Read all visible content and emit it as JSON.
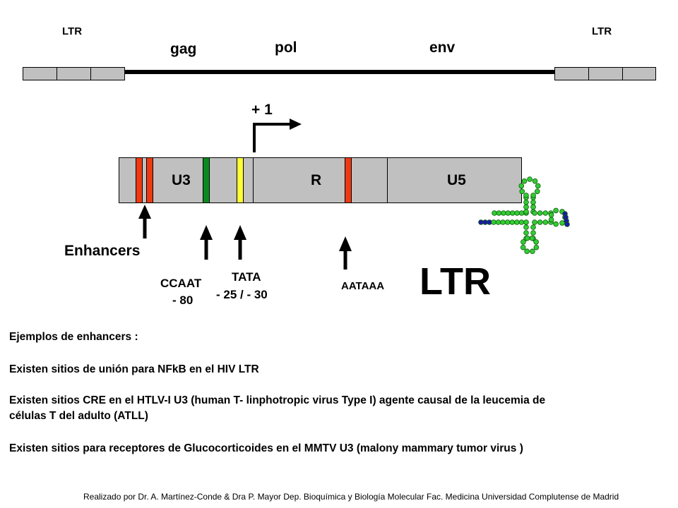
{
  "genome": {
    "ltr_left_label": "LTR",
    "ltr_right_label": "LTR",
    "gene_labels": [
      "gag",
      "pol",
      "env"
    ]
  },
  "ltr_detail": {
    "start_label": "+ 1",
    "region_labels": [
      "U3",
      "R",
      "U5"
    ],
    "marker_colors": {
      "enhancer": "#ee3a12",
      "ccaat": "#0a8a1e",
      "tata": "#ffff33",
      "aataaa": "#ee3a12"
    }
  },
  "elements": {
    "enhancers": "Enhancers",
    "ccaat_line1": "CCAAT",
    "ccaat_line2": "- 80",
    "tata_line1": "TATA",
    "tata_line2": "- 25 / - 30",
    "aataaa": "AATAAA"
  },
  "big_title": "LTR",
  "trna_colors": {
    "loop": "#33cc33",
    "end": "#1a1aa6"
  },
  "notes": {
    "heading": "Ejemplos de enhancers :",
    "hiv": "Existen sitios de unión para NFkB en el HIV LTR",
    "htlv_line1": "Existen sitios CRE en el HTLV-I  U3 (human T- linphotropic virus Type I)  agente causal de la leucemia de",
    "htlv_line2": "células T del adulto (ATLL)",
    "mmtv": "Existen sitios para receptores de Glucocorticoides en el MMTV U3 (malony mammary tumor virus )"
  },
  "footer": "Realizado por Dr. A. Martínez-Conde  & Dra P. Mayor Dep. Bioquímica y Biología Molecular Fac. Medicina Universidad Complutense de Madrid"
}
